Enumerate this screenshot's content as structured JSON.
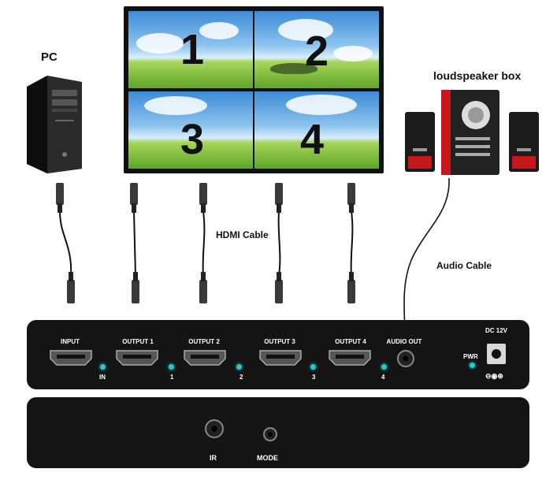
{
  "labels": {
    "pc": "PC",
    "speaker": "loudspeaker box",
    "hdmi_cable": "HDMI Cable",
    "audio_cable": "Audio Cable"
  },
  "wall": {
    "tiles": [
      "1",
      "2",
      "3",
      "4"
    ]
  },
  "front_panel": {
    "ports": [
      {
        "label": "INPUT",
        "indicator": "IN"
      },
      {
        "label": "OUTPUT 1",
        "indicator": "1"
      },
      {
        "label": "OUTPUT 2",
        "indicator": "2"
      },
      {
        "label": "OUTPUT 3",
        "indicator": "3"
      },
      {
        "label": "OUTPUT 4",
        "indicator": "4"
      }
    ],
    "audio_out": "AUDIO OUT",
    "power_led": "PWR",
    "dc_label": "DC 12V",
    "polarity": "⊖◉⊕"
  },
  "back_panel": {
    "ir": "IR",
    "mode": "MODE"
  },
  "colors": {
    "panel": "#141414",
    "led": "#2fc6c8",
    "speaker_accent": "#c8161d"
  }
}
